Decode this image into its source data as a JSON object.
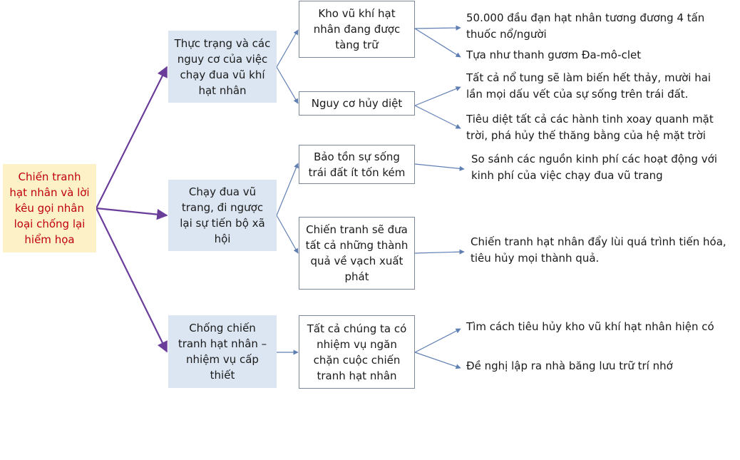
{
  "colors": {
    "root_bg": "#fdf1c8",
    "root_text": "#c0000d",
    "branch_bg": "#dce6f2",
    "box_border": "#7a8799",
    "arrow_primary": "#6a3d9a",
    "arrow_secondary": "#5f7fb3"
  },
  "root": "Chiến tranh hạt nhân và lời kêu gọi nhân loại chống lại hiểm họa",
  "branches": [
    {
      "label": "Thực trạng và các nguy cơ của việc chạy đua vũ khí hạt nhân",
      "children": [
        {
          "label": "Kho vũ khí hạt nhân đang được tàng trữ",
          "details": [
            "50.000 đầu đạn hạt nhân tương đương 4 tấn thuốc nổ/người",
            "Tựa như thanh gươm Đa-mô-clet"
          ]
        },
        {
          "label": "Nguy cơ hủy diệt",
          "details": [
            "Tất cả nổ tung sẽ làm biến hết thảy, mười hai lần mọi dấu vết của sự sống trên trái đất.",
            "Tiêu diệt tất cả các hành tinh xoay quanh mặt trời, phá hủy thế thăng bằng của hệ mặt trời"
          ]
        }
      ]
    },
    {
      "label": "Chạy đua vũ trang, đi ngược lại sự tiến bộ xã hội",
      "children": [
        {
          "label": "Bảo tồn sự sống trái đất ít tốn kém",
          "details": [
            "So sánh các nguồn kinh phí các hoạt động với kinh phí của việc chạy đua vũ trang"
          ]
        },
        {
          "label": "Chiến tranh sẽ đưa tất cả những thành quả về vạch xuất phát",
          "details": [
            "Chiến tranh hạt nhân đẩy lùi quá trình tiến hóa, tiêu hủy mọi thành quả."
          ]
        }
      ]
    },
    {
      "label": "Chống chiến tranh hạt nhân – nhiệm vụ cấp thiết",
      "children": [
        {
          "label": "Tất cả chúng ta có nhiệm vụ ngăn chặn cuộc chiến tranh hạt nhân",
          "details": [
            "Tìm cách tiêu hủy kho vũ khí hạt nhân hiện có",
            "Đề nghị lập ra nhà băng lưu trữ trí nhớ"
          ]
        }
      ]
    }
  ]
}
